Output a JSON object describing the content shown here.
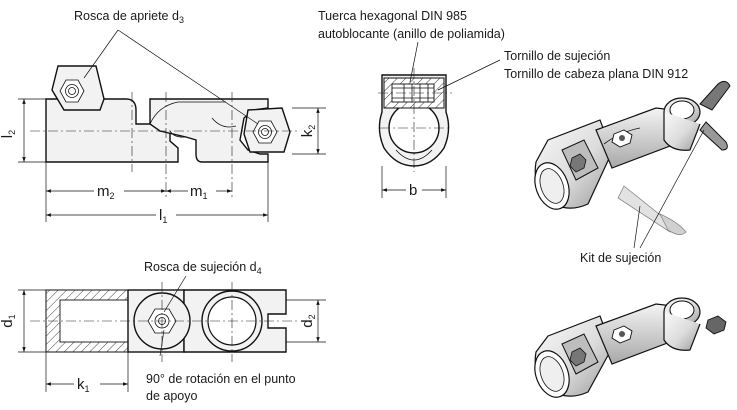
{
  "callouts": {
    "clamping_thread": {
      "text": "Rosca de apriete d",
      "sub": "3"
    },
    "hex_nut_line1": "Tuerca hexagonal DIN 985",
    "hex_nut_line2": "autoblocante (anillo de poliamida)",
    "fixing_screw_line1": "Tornillo de sujeción",
    "fixing_screw_line2": "Tornillo de cabeza plana DIN 912",
    "fixing_thread": {
      "text": "Rosca de sujeción d",
      "sub": "4"
    },
    "rotation_line1": "90° de rotación en el punto",
    "rotation_line2": "de apoyo",
    "clamp_kit": "Kit de sujeción"
  },
  "dimensions": {
    "l1": {
      "main": "l",
      "sub": "1"
    },
    "l2": {
      "main": "l",
      "sub": "2"
    },
    "m1": {
      "main": "m",
      "sub": "1"
    },
    "m2": {
      "main": "m",
      "sub": "2"
    },
    "k1": {
      "main": "k",
      "sub": "1"
    },
    "k2": {
      "main": "k",
      "sub": "2"
    },
    "b": {
      "main": "b"
    },
    "d1": {
      "main": "d",
      "sub": "1"
    },
    "d2": {
      "main": "d",
      "sub": "2"
    }
  }
}
